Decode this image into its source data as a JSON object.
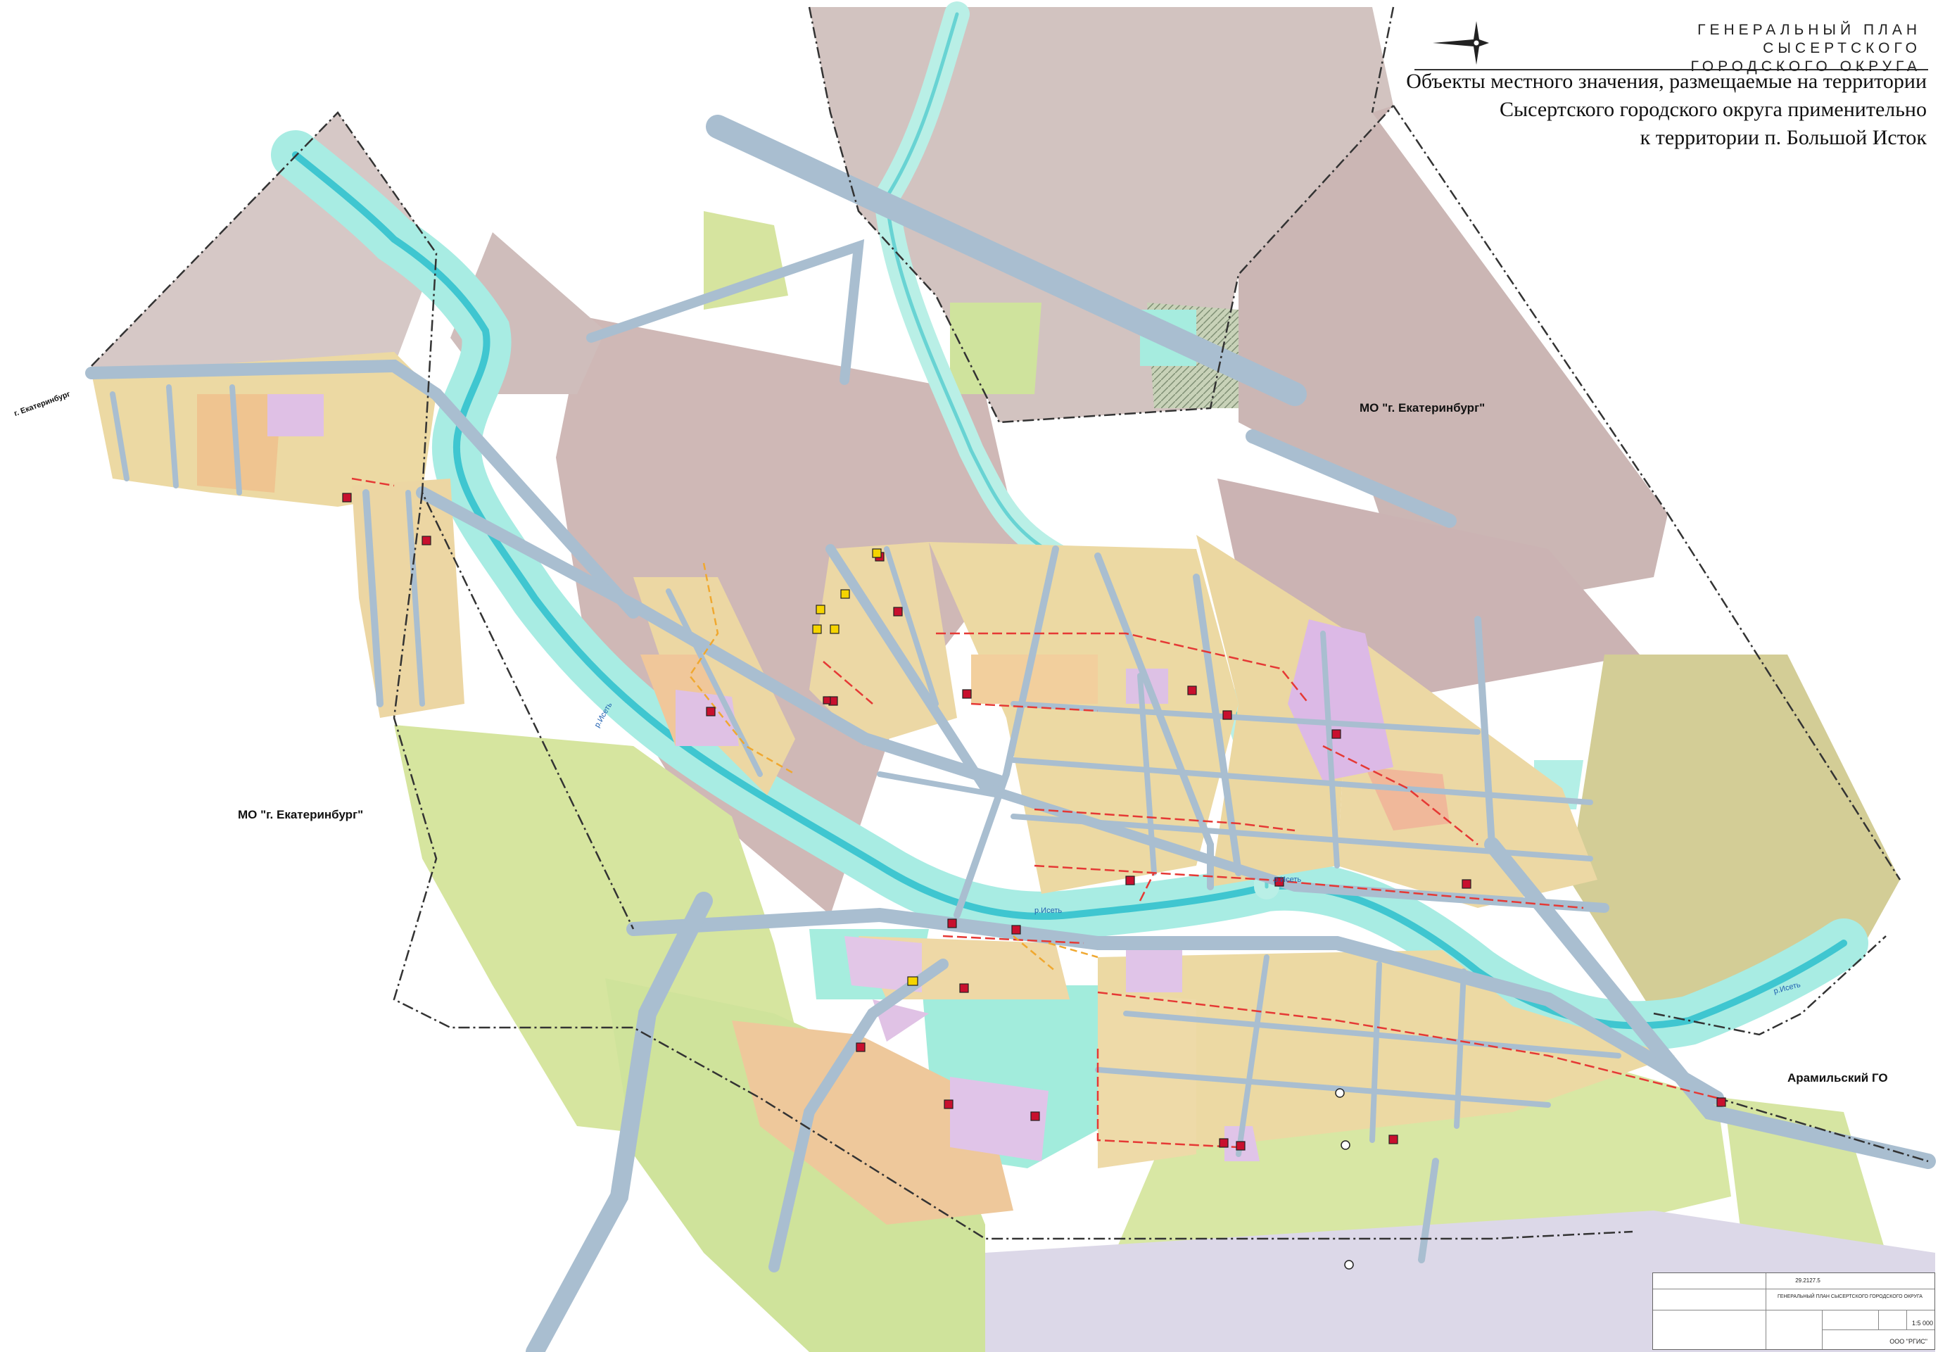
{
  "header": {
    "plan_title_line1": "ГЕНЕРАЛЬНЫЙ ПЛАН СЫСЕРТСКОГО",
    "plan_title_line2": "ГОРОДСКОГО ОКРУГА",
    "subtitle_line1": "Объекты местного значения, размещаемые на территории",
    "subtitle_line2": "Сысертского городского округа применительно",
    "subtitle_line3": "к территории п. Большой Исток"
  },
  "labels": {
    "mo_ekb_left": "МО \"г. Екатеринбург\"",
    "mo_ekb_right": "МО \"г. Екатеринбург\"",
    "ekb_west": "г. Екатеринбург",
    "aramil": "Арамильский ГО",
    "river_1": "р.Исеть",
    "river_2": "р.Исеть",
    "river_3": "р.Исеть",
    "river_4": "р.Исеть"
  },
  "stamp": {
    "code": "29.2127.5",
    "plan_name": "ГЕНЕРАЛЬНЫЙ ПЛАН СЫСЕРТСКОГО ГОРОДСКОГО ОКРУГА",
    "scale": "1:5 000",
    "org": "ООО \"РГИС\""
  },
  "colors": {
    "residential": "#ecd9a3",
    "public": "#e0c6e6",
    "industrial": "#c9b7b4",
    "agricultural": "#d7e79b",
    "water": "#9fe3e0",
    "green": "#a7eee0",
    "roads": "#a9bed0",
    "mixed": "#f0c79a",
    "object_marker": "#c8102e"
  }
}
